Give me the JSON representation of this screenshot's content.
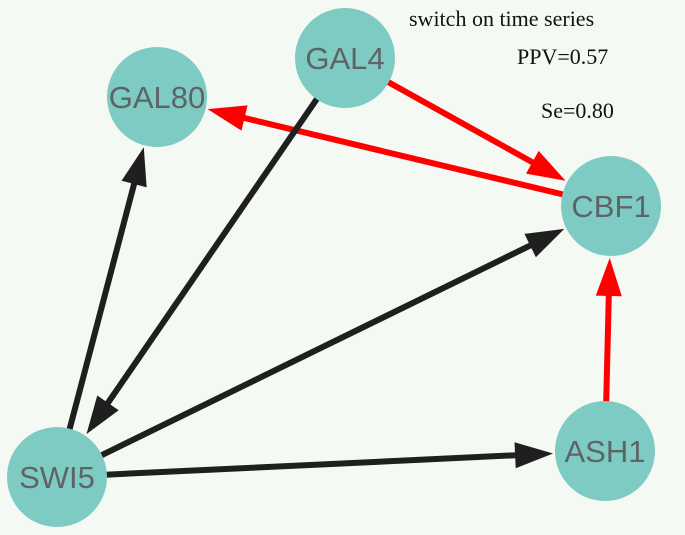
{
  "annotations": {
    "title": "switch on time  series",
    "ppv": "PPV=0.57",
    "se": "Se=0.80"
  },
  "colors": {
    "node_fill": "#7ecbc3",
    "edge_black": "#1f1f1f",
    "edge_red": "#ff0000",
    "background": "#f5f9f3"
  },
  "nodes": [
    {
      "id": "GAL4",
      "label": "GAL4"
    },
    {
      "id": "GAL80",
      "label": "GAL80"
    },
    {
      "id": "CBF1",
      "label": "CBF1"
    },
    {
      "id": "SWI5",
      "label": "SWI5"
    },
    {
      "id": "ASH1",
      "label": "ASH1"
    }
  ],
  "edges": [
    {
      "from": "GAL4",
      "to": "CBF1",
      "color": "red"
    },
    {
      "from": "CBF1",
      "to": "GAL80",
      "color": "red"
    },
    {
      "from": "ASH1",
      "to": "CBF1",
      "color": "red"
    },
    {
      "from": "GAL4",
      "to": "SWI5",
      "color": "black"
    },
    {
      "from": "SWI5",
      "to": "GAL80",
      "color": "black"
    },
    {
      "from": "SWI5",
      "to": "CBF1",
      "color": "black"
    },
    {
      "from": "SWI5",
      "to": "ASH1",
      "color": "black"
    }
  ]
}
